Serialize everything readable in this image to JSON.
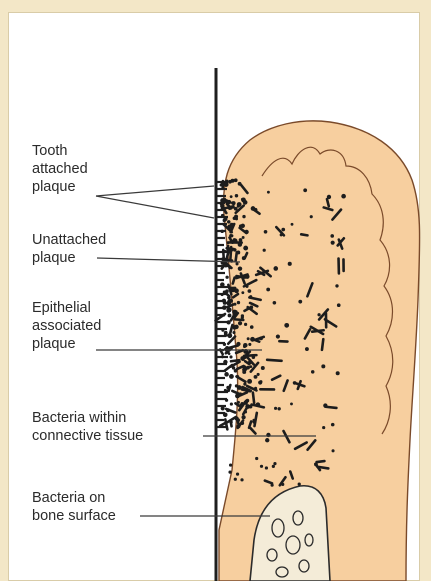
{
  "labels": {
    "tooth_attached": [
      "Tooth",
      "attached",
      "plaque"
    ],
    "unattached": [
      "Unattached",
      "plaque"
    ],
    "epithelial": [
      "Epithelial",
      "associated",
      "plaque"
    ],
    "connective": [
      "Bacteria within",
      "connective tissue"
    ],
    "bone": [
      "Bacteria on",
      "bone surface"
    ]
  },
  "colors": {
    "background": "#f3e7c7",
    "panel": "#ffffff",
    "gingiva_fill": "#f7cf9f",
    "gingiva_stroke": "#7a4a2a",
    "bacteria": "#1d1d1d",
    "bone_fill": "#f4ecd8",
    "leader_line": "#3a3a3a"
  }
}
